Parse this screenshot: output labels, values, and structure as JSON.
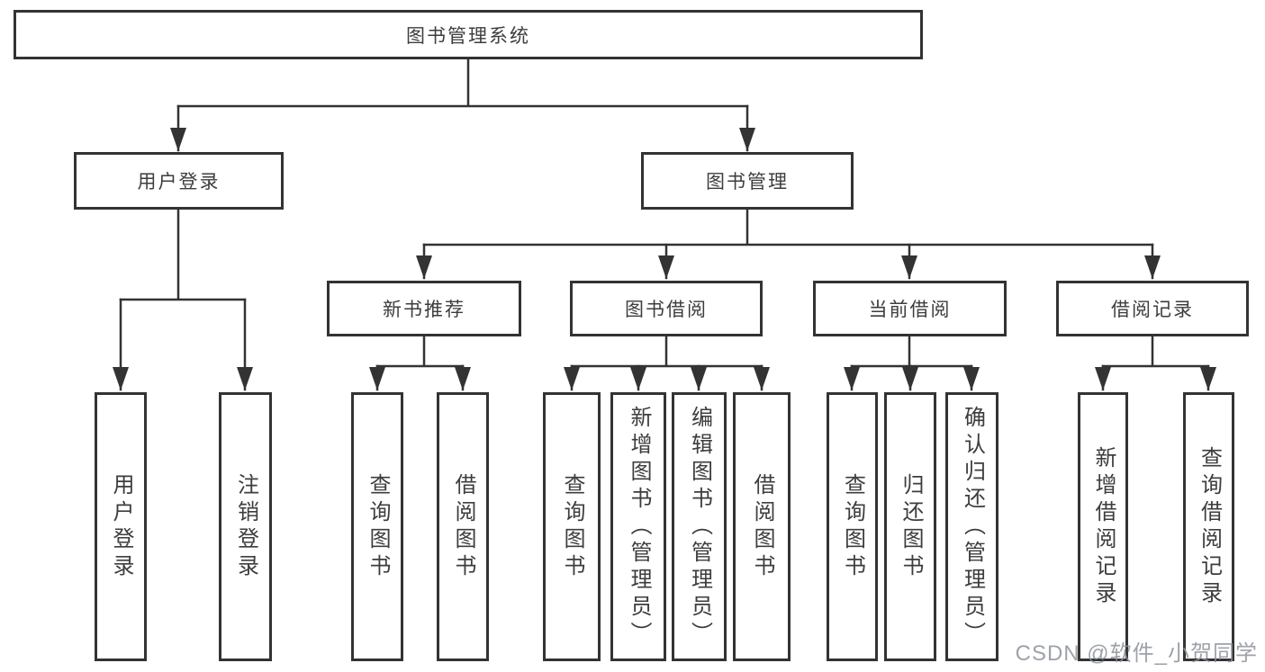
{
  "diagram": {
    "title_node": "图书管理系统",
    "tree": {
      "root": {
        "label": "图书管理系统"
      },
      "children": [
        {
          "label": "用户登录",
          "children": [
            {
              "label": "用户登录"
            },
            {
              "label": "注销登录"
            }
          ]
        },
        {
          "label": "图书管理",
          "children": [
            {
              "label": "新书推荐",
              "children": [
                {
                  "label": "查询图书"
                },
                {
                  "label": "借阅图书"
                }
              ]
            },
            {
              "label": "图书借阅",
              "children": [
                {
                  "label": "查询图书"
                },
                {
                  "label": "新增图书（管理员）"
                },
                {
                  "label": "编辑图书（管理员）"
                },
                {
                  "label": "借阅图书"
                }
              ]
            },
            {
              "label": "当前借阅",
              "children": [
                {
                  "label": "查询图书"
                },
                {
                  "label": "归还图书"
                },
                {
                  "label": "确认归还（管理员）"
                }
              ]
            },
            {
              "label": "借阅记录",
              "children": [
                {
                  "label": "新增借阅记录"
                },
                {
                  "label": "查询借阅记录"
                }
              ]
            }
          ]
        }
      ]
    },
    "watermark": {
      "text": "CSDN @软件_小贺同学"
    },
    "colors": {
      "line": "#333333",
      "box_border": "#333333",
      "text": "#3d3d3d",
      "watermark": "#8c929b",
      "background": "#ffffff"
    }
  }
}
